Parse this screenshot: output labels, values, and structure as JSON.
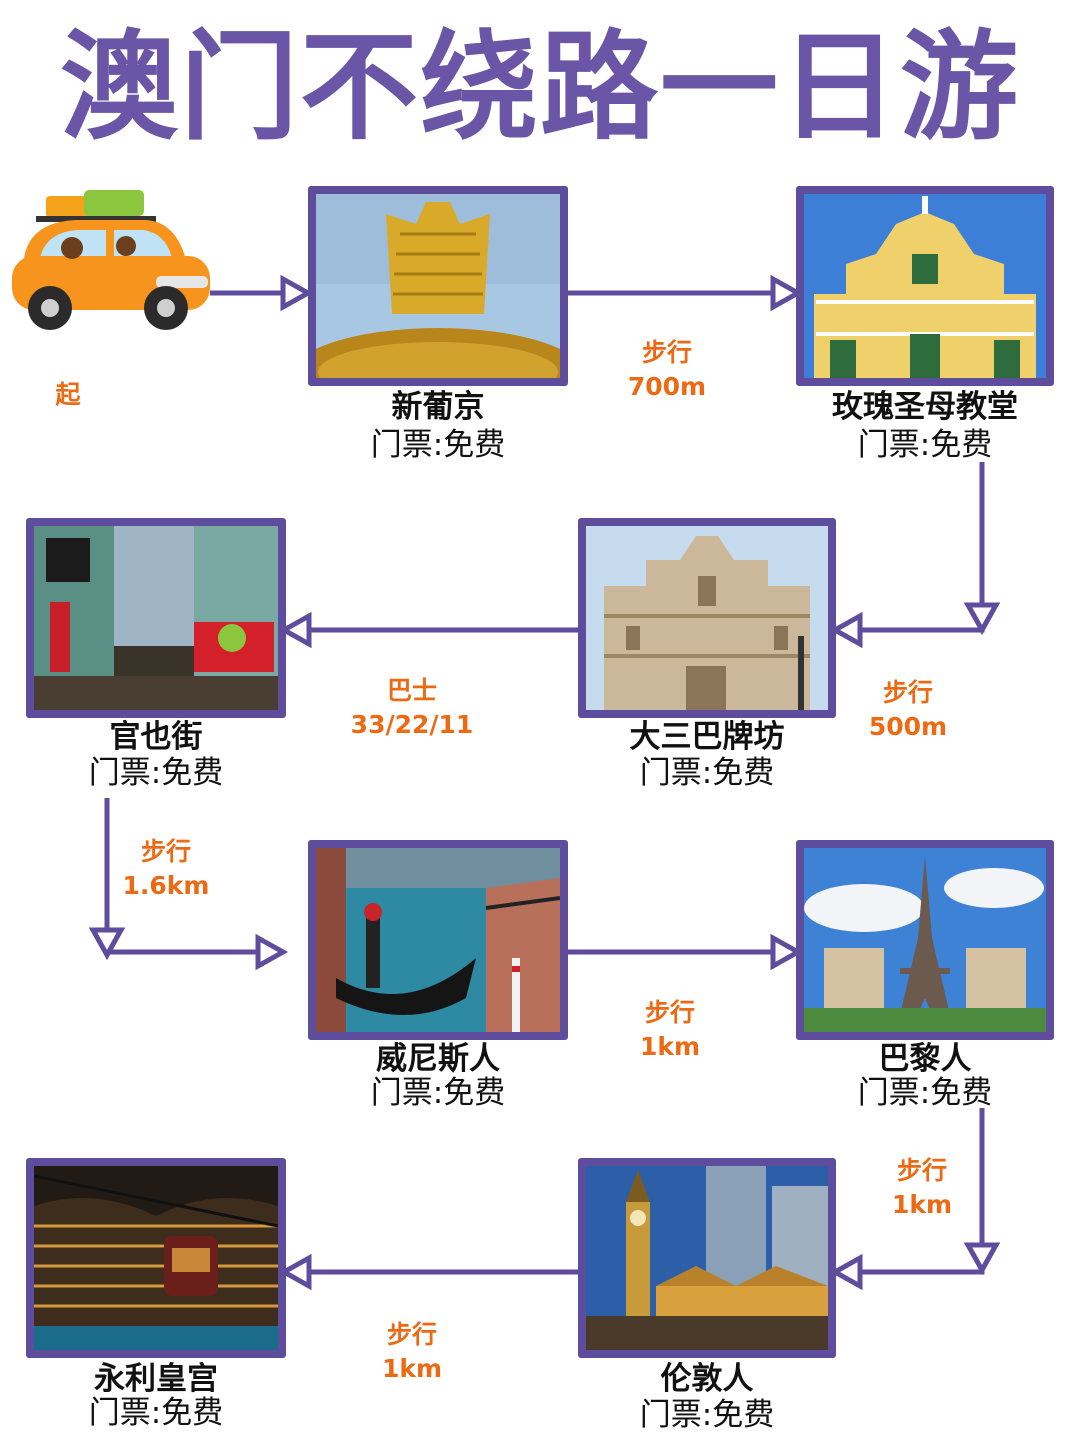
{
  "title": "澳门不绕路一日游",
  "start_label": "起",
  "ticket_text": "门票:免费",
  "colors": {
    "title": "#6a55a6",
    "frame": "#5e4c9c",
    "transport": "#ec6a14"
  },
  "stops": [
    {
      "name": "新葡京"
    },
    {
      "name": "玫瑰圣母教堂"
    },
    {
      "name": "大三巴牌坊"
    },
    {
      "name": "官也街"
    },
    {
      "name": "威尼斯人"
    },
    {
      "name": "巴黎人"
    },
    {
      "name": "伦敦人"
    },
    {
      "name": "永利皇宫"
    }
  ],
  "transports": [
    {
      "mode": "步行",
      "detail": "700m"
    },
    {
      "mode": "步行",
      "detail": "500m"
    },
    {
      "mode": "巴士",
      "detail": "33/22/11"
    },
    {
      "mode": "步行",
      "detail": "1.6km"
    },
    {
      "mode": "步行",
      "detail": "1km"
    },
    {
      "mode": "步行",
      "detail": "1km"
    },
    {
      "mode": "步行",
      "detail": "1km"
    }
  ]
}
